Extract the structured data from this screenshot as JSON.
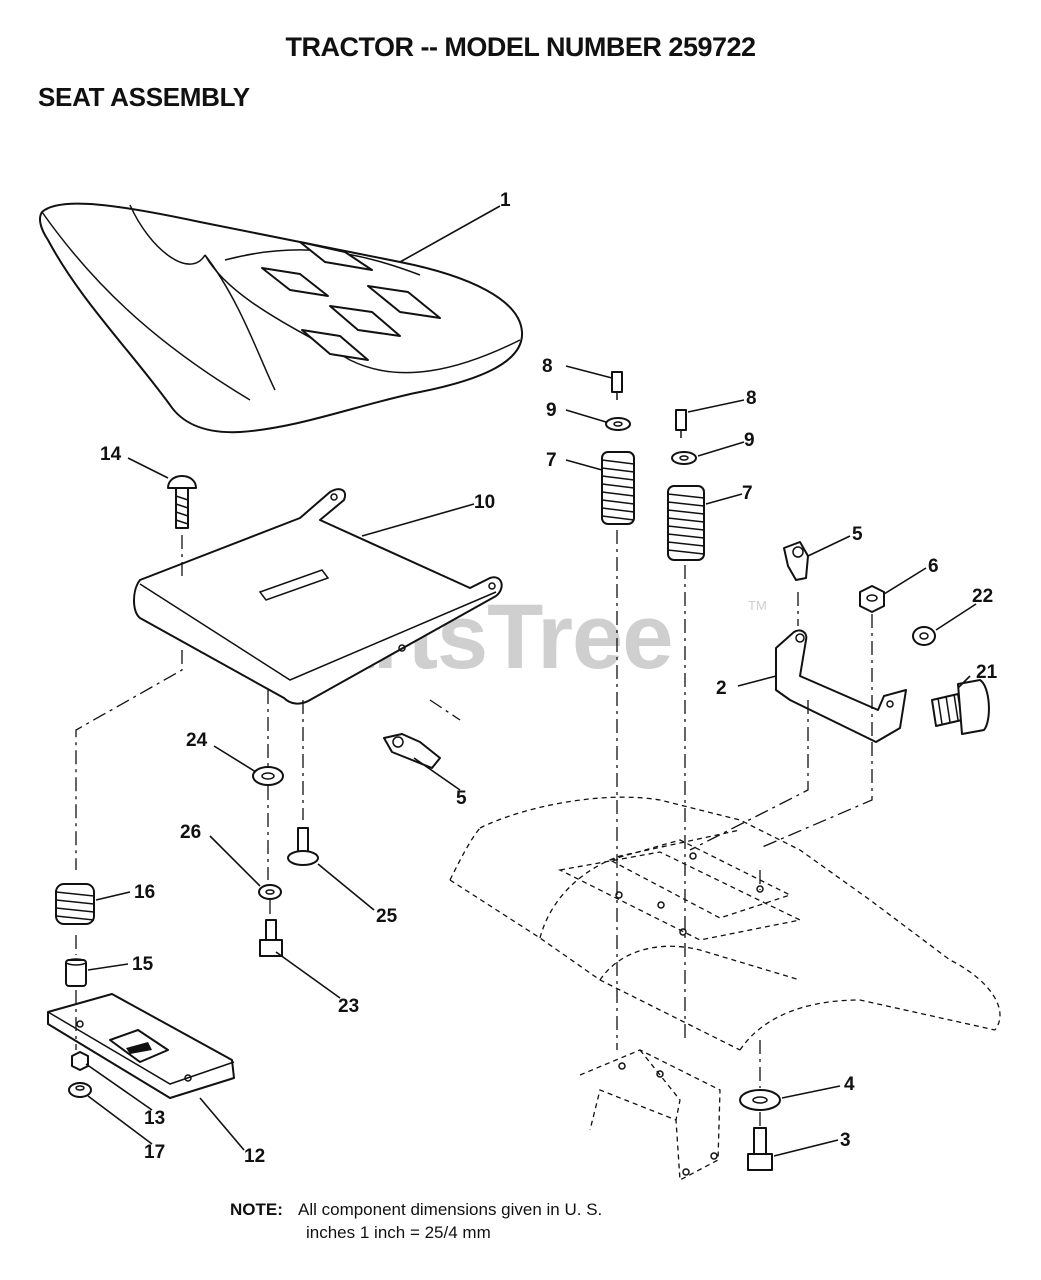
{
  "title": "TRACTOR -- MODEL NUMBER 259722",
  "subtitle": "SEAT ASSEMBLY",
  "watermark": {
    "text": "PartsTree",
    "mark": "TM"
  },
  "callouts": {
    "c1": "1",
    "c2": "2",
    "c3": "3",
    "c4": "4",
    "c5a": "5",
    "c5b": "5",
    "c6": "6",
    "c7a": "7",
    "c7b": "7",
    "c8a": "8",
    "c8b": "8",
    "c9a": "9",
    "c9b": "9",
    "c10": "10",
    "c12": "12",
    "c13": "13",
    "c14": "14",
    "c15": "15",
    "c16": "16",
    "c17": "17",
    "c21": "21",
    "c22": "22",
    "c23": "23",
    "c24": "24",
    "c25": "25",
    "c26": "26"
  },
  "note": {
    "label": "NOTE:",
    "line1": "All component dimensions given in U. S.",
    "line2": "inches 1 inch = 25/4 mm"
  },
  "colors": {
    "ink": "#111111",
    "watermark": "#cfcfcf",
    "background": "#ffffff"
  }
}
